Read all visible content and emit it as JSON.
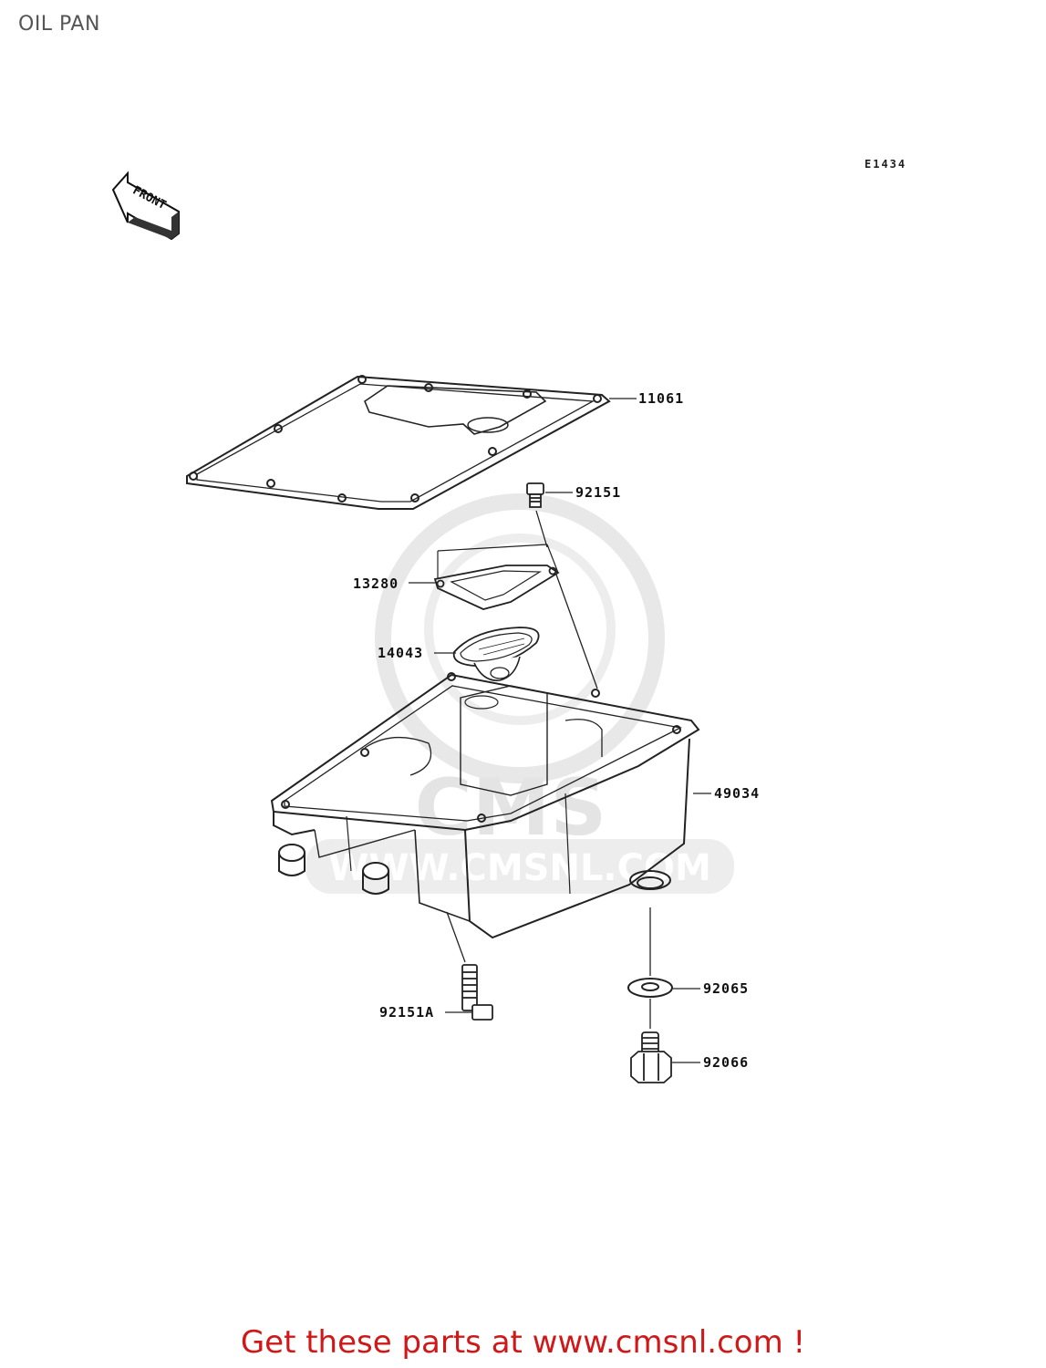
{
  "page_title": "OIL PAN",
  "diagram_code": "E1434",
  "front_marker": "FRONT",
  "watermark": {
    "site": "WWW.CMSNL.COM",
    "letters": "CMS"
  },
  "parts": [
    {
      "number": "11061",
      "name": "gasket"
    },
    {
      "number": "92151",
      "name": "bolt"
    },
    {
      "number": "13280",
      "name": "plate"
    },
    {
      "number": "14043",
      "name": "oil-strainer"
    },
    {
      "number": "49034",
      "name": "oil-pan"
    },
    {
      "number": "92151A",
      "name": "bolt-long"
    },
    {
      "number": "92065",
      "name": "washer"
    },
    {
      "number": "92066",
      "name": "drain-plug"
    }
  ],
  "footer": {
    "cta_text": "Get these parts at www.cmsnl.com !"
  },
  "colors": {
    "line": "#222222",
    "watermark": "#e2e2e2",
    "cta": "#d01818",
    "title": "#555555"
  }
}
